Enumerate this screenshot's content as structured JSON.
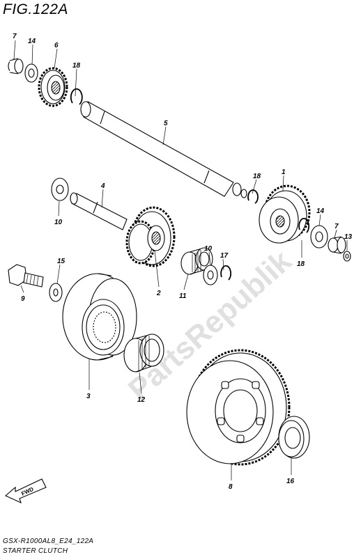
{
  "figure": {
    "title": "FIG.122A",
    "model_code": "GSX-R1000AL8_E24_122A",
    "caption": "STARTER CLUTCH"
  },
  "watermark": "PartsRepublik",
  "direction_marker": "FWD",
  "callouts": {
    "p7a": "7",
    "p14a": "14",
    "p6": "6",
    "p18a": "18",
    "p5": "5",
    "p18b": "18",
    "p1": "1",
    "p4": "4",
    "p10a": "10",
    "p14b": "14",
    "p7b": "7",
    "p13": "13",
    "p18c": "18",
    "p10b": "10",
    "p17": "17",
    "p2": "2",
    "p11": "11",
    "p15": "15",
    "p9": "9",
    "p3": "3",
    "p12": "12",
    "p8": "8",
    "p16": "16"
  }
}
